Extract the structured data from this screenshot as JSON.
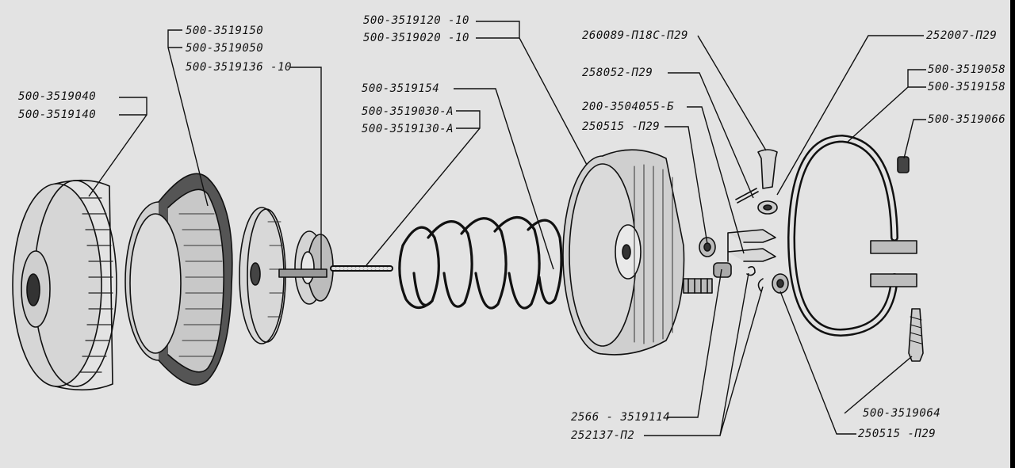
{
  "diagram": {
    "labels": [
      "500-3519040",
      "500-3519140",
      "500-3519150",
      "500-3519050",
      "500-3519136 -10",
      "500-3519154",
      "500-3519030-А",
      "500-3519130-А",
      "500-3519120 -10",
      "500-3519020 -10",
      "260089-П18С-П29",
      "258052-П29",
      "200-3504055-Б",
      "250515 -П29",
      "252007-П29",
      "500-3519058",
      "500-3519158",
      "500-3519066",
      "2566 - 3519114",
      "252137-П2",
      "500-3519064",
      "250515 -П29"
    ]
  }
}
